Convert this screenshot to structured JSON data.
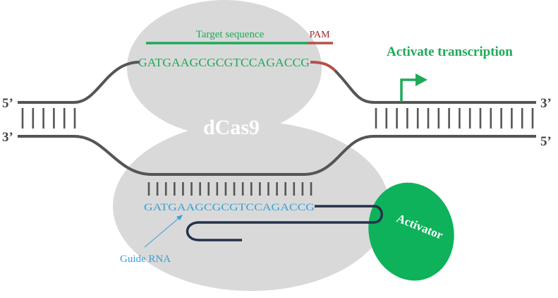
{
  "colors": {
    "protein": "#d9d9d9",
    "dna": "#555555",
    "target_green": "#1faa59",
    "pam_red": "#b5504b",
    "pam_label": "#9e2a2b",
    "guide_blue": "#3aa0d6",
    "rna_backbone": "#25324d",
    "activator": "#0db25a",
    "white_text": "#ffffff"
  },
  "protein": {
    "label": "dCas9"
  },
  "activator": {
    "label": "Activator"
  },
  "labels": {
    "target_sequence": "Target sequence",
    "pam": "PAM",
    "activate_transcription": "Activate transcription",
    "guide_rna": "Guide RNA"
  },
  "dna": {
    "left_top_end": "5’",
    "left_bottom_end": "3’",
    "right_top_end": "3’",
    "right_bottom_end": "5’",
    "target_strand_sequence": "GATGAAGCGCGTCCAGACCG",
    "left_basepairs": 6,
    "right_basepairs": 16
  },
  "guide": {
    "sequence": "GATGAAGCGCGTCCAGACCG",
    "basepairs": 20
  }
}
